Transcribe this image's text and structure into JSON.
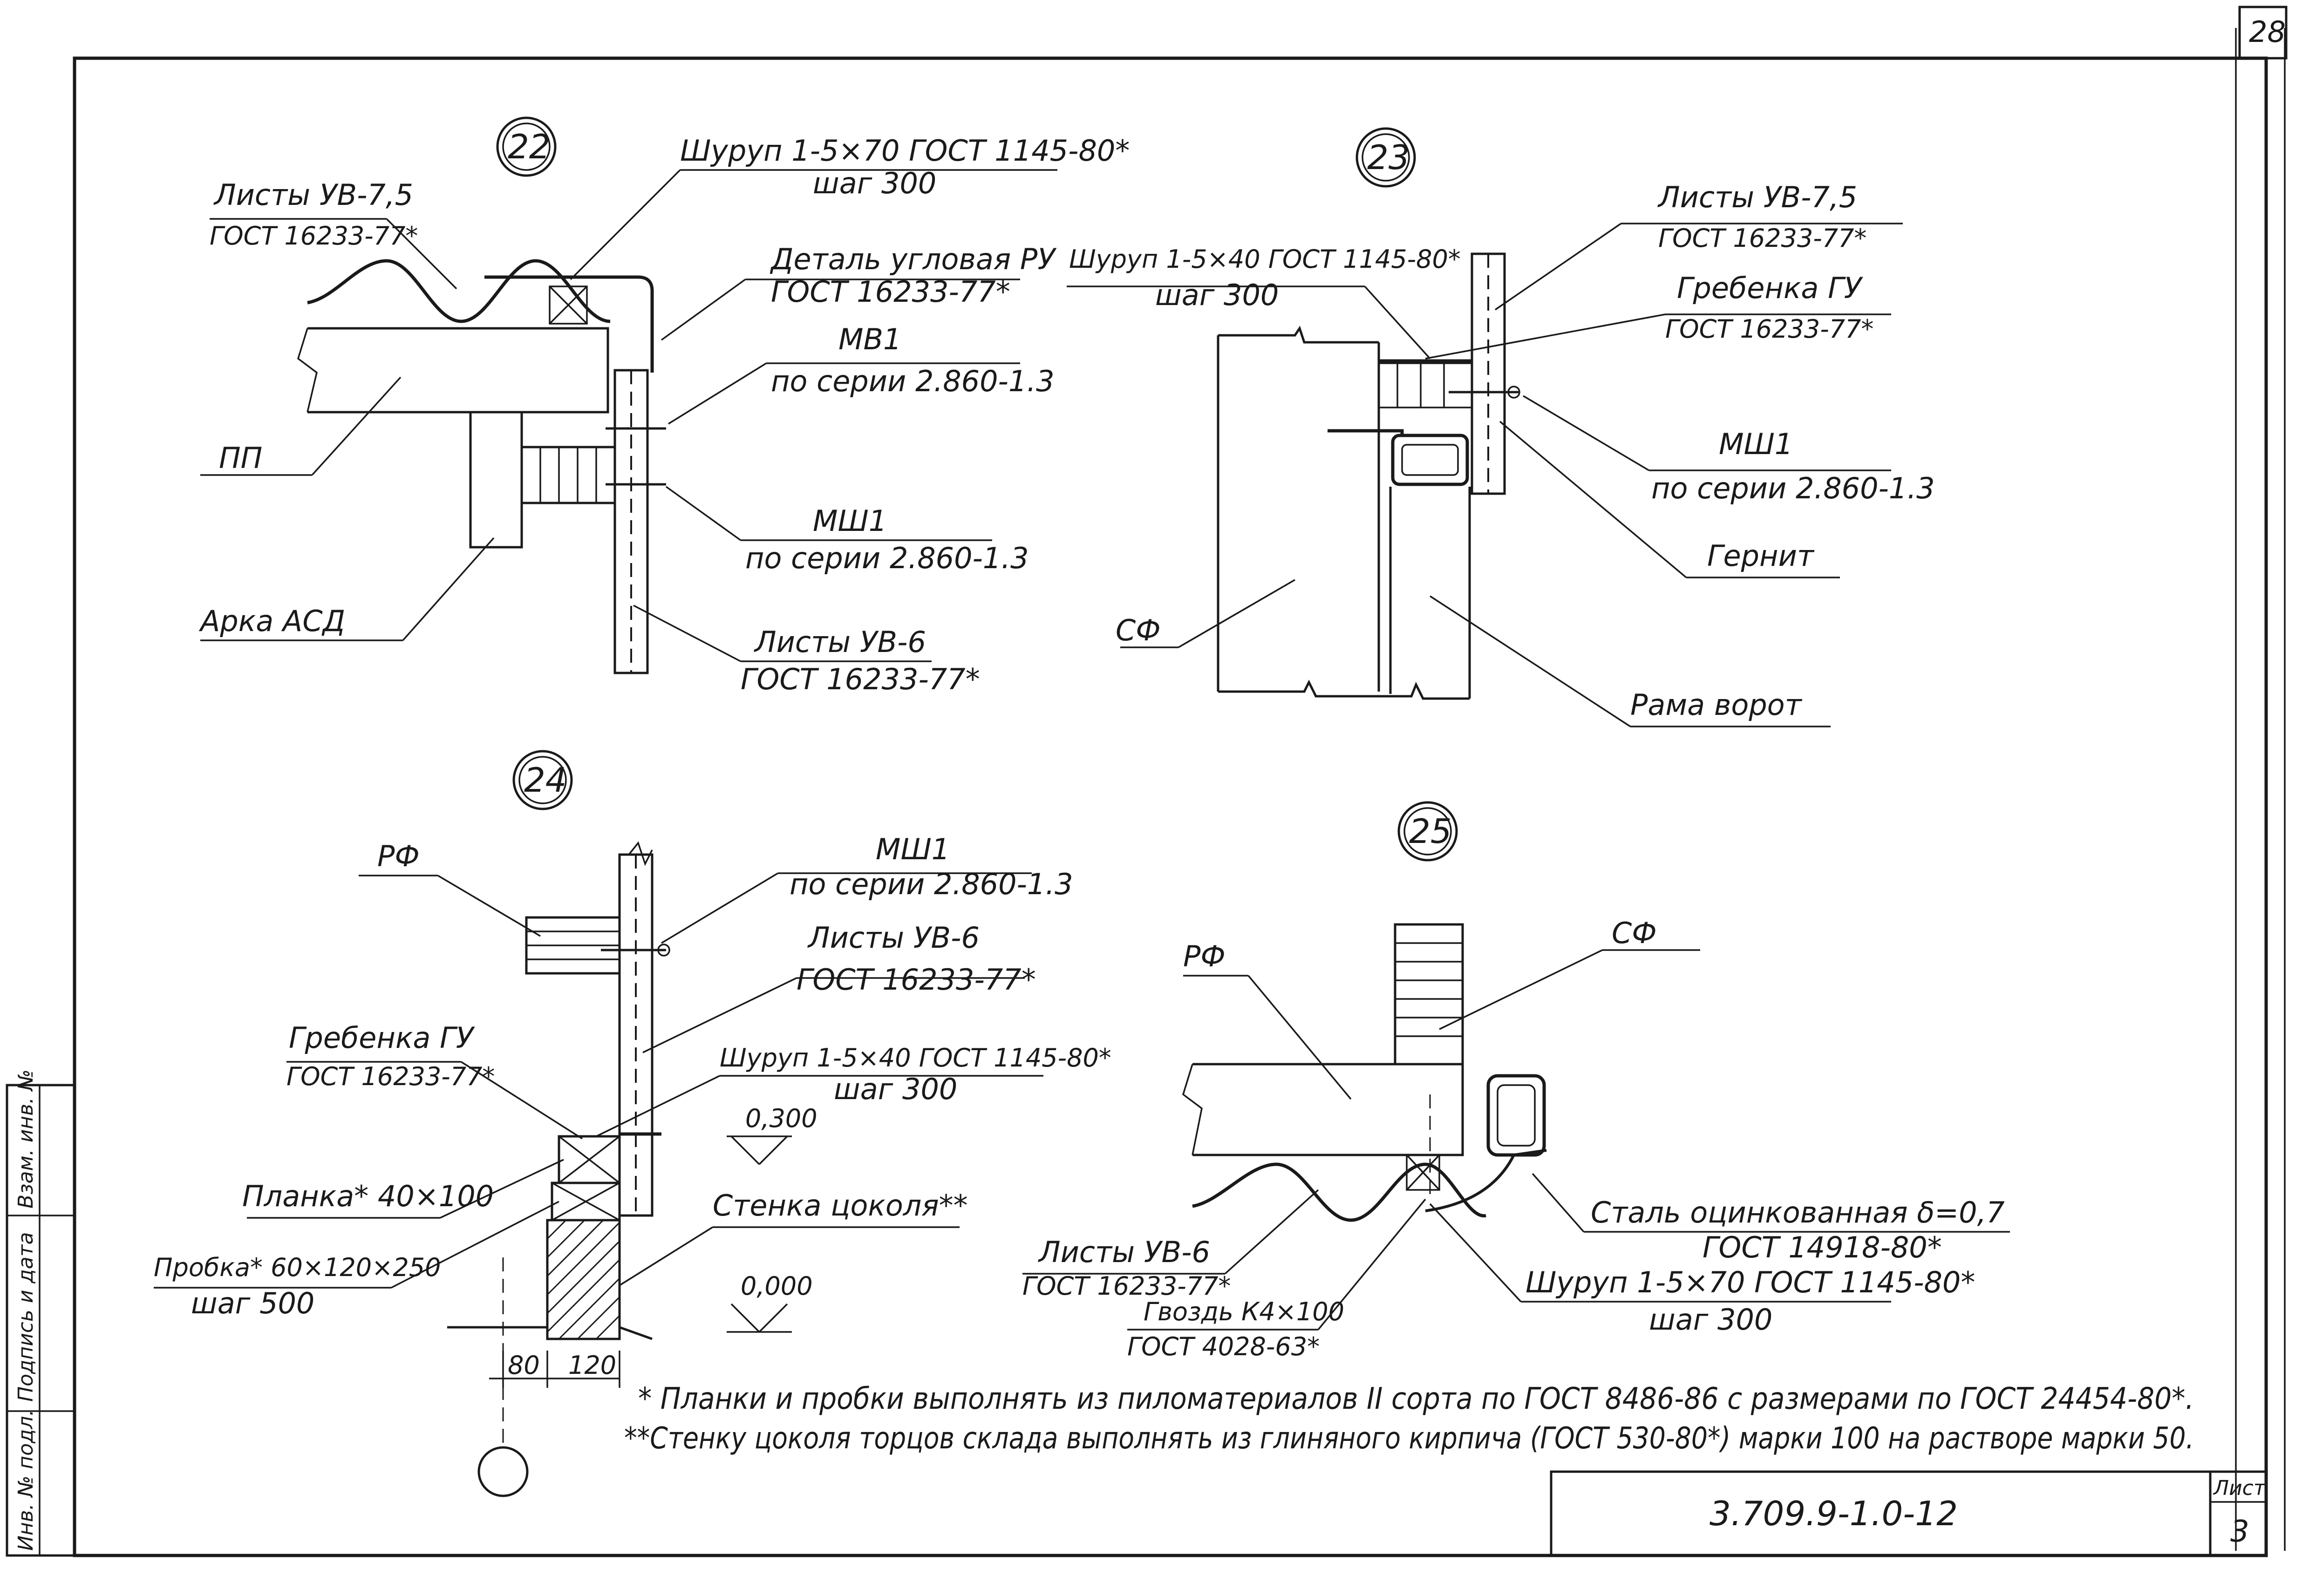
{
  "sheet": {
    "page_number": "28",
    "designation": "3.709.9-1.0-12",
    "sheet_label": "Лист",
    "sheet_number": "3",
    "side_stamp": [
      "Инв. № подл.",
      "Подпись и дата",
      "Взам. инв. №"
    ]
  },
  "details": [
    {
      "number": "22",
      "labels": {
        "screw_1": "Шуруп 1-5×70 ГОСТ 1145-80*",
        "screw_2": "шаг 300",
        "sheets_top_1": "Листы УВ-7,5",
        "sheets_top_2": "ГОСТ 16233-77*",
        "corner_1": "Деталь угловая РУ",
        "corner_2": "ГОСТ 16233-77*",
        "mv_1": "МВ1",
        "mv_2": "по серии 2.860-1.3",
        "pp": "ПП",
        "msh_1": "МШ1",
        "msh_2": "по серии 2.860-1.3",
        "arch": "Арка АСД",
        "sheets_1": "Листы УВ-6",
        "sheets_2": "ГОСТ 16233-77*"
      }
    },
    {
      "number": "23",
      "labels": {
        "sheets_1": "Листы УВ-7,5",
        "sheets_2": "ГОСТ 16233-77*",
        "screw_1": "Шуруп 1-5×40 ГОСТ 1145-80*",
        "screw_2": "шаг 300",
        "comb_1": "Гребенка ГУ",
        "comb_2": "ГОСТ 16233-77*",
        "msh_1": "МШ1",
        "msh_2": "по серии 2.860-1.3",
        "gernit": "Гернит",
        "sf": "СФ",
        "gate": "Рама ворот"
      }
    },
    {
      "number": "24",
      "labels": {
        "rf": "РФ",
        "msh_1": "МШ1",
        "msh_2": "по серии 2.860-1.3",
        "sheets_1": "Листы УВ-6",
        "sheets_2": "ГОСТ 16233-77*",
        "comb_1": "Гребенка ГУ",
        "comb_2": "ГОСТ 16233-77*",
        "screw_1": "Шуруп 1-5×40 ГОСТ 1145-80*",
        "screw_2": "шаг 300",
        "elev_1": "0,300",
        "plank": "Планка* 40×100",
        "wall": "Стенка цоколя**",
        "plug_1": "Пробка* 60×120×250",
        "plug_2": "шаг 500",
        "elev_2": "0,000",
        "dim_1": "80",
        "dim_2": "120"
      }
    },
    {
      "number": "25",
      "labels": {
        "rf": "РФ",
        "sf": "СФ",
        "steel_1": "Сталь оцинкованная δ=0,7",
        "steel_2": "ГОСТ 14918-80*",
        "sheets_1": "Листы УВ-6",
        "sheets_2": "ГОСТ 16233-77*",
        "screw_1": "Шуруп 1-5×70 ГОСТ 1145-80*",
        "screw_2": "шаг 300",
        "nail_1": "Гвоздь К4×100",
        "nail_2": "ГОСТ 4028-63*"
      }
    }
  ],
  "notes": [
    "* Планки и пробки выполнять из пиломатериалов II сорта по ГОСТ 8486-86 с размерами по ГОСТ 24454-80*.",
    "**Стенку цоколя торцов склада выполнять из глиняного кирпича (ГОСТ 530-80*) марки 100 на растворе марки 50."
  ]
}
